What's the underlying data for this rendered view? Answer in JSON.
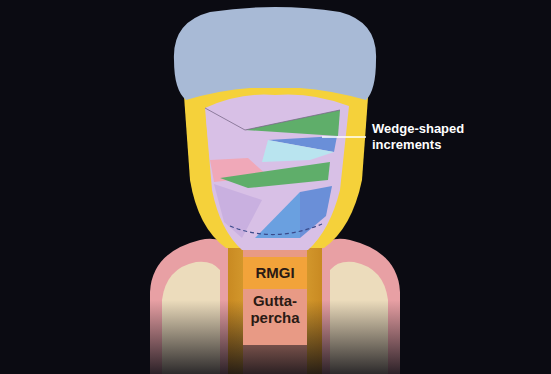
{
  "diagram": {
    "nodes": [
      {
        "text": [
          "RMGI"
        ]
      },
      {
        "text": [
          "Gutta-percha"
        ]
      }
    ],
    "labels": [
      "Wedge-shaped increments"
    ]
  }
}
